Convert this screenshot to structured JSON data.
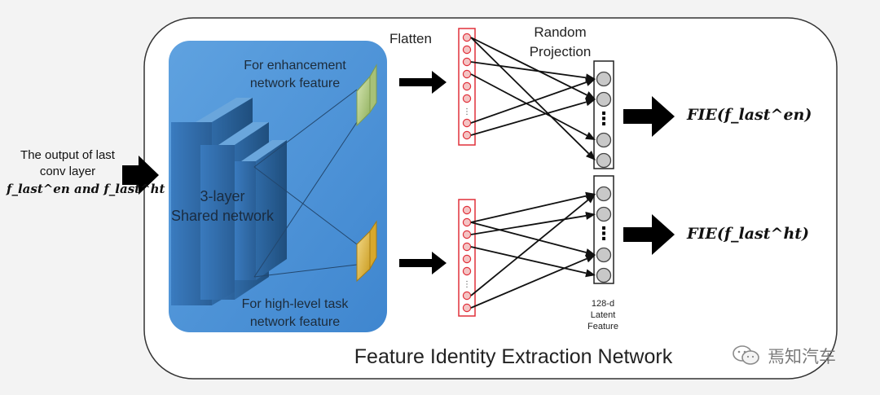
{
  "input": {
    "line1": "The output of last",
    "line2": "conv layer",
    "formula": "f_last^en and f_last^ht"
  },
  "shared": {
    "line1": "3-layer",
    "line2": "Shared network"
  },
  "enhancement": {
    "line1": "For enhancement",
    "line2": "network feature"
  },
  "highlevel": {
    "line1": "For high-level task",
    "line2": "network feature"
  },
  "flatten_label": "Flatten",
  "random_projection": {
    "line1": "Random",
    "line2": "Projection"
  },
  "outputs": {
    "top": "FIE(f_last^en)",
    "bottom": "FIE(f_last^ht)"
  },
  "latent": {
    "line1": "128-d",
    "line2": "Latent",
    "line3": "Feature"
  },
  "caption": "Feature Identity Extraction Network",
  "watermark": "焉知汽车",
  "colors": {
    "shared_bg": "#4f93d6",
    "flatten_border": "#e0303a",
    "node_fill": "#f4c4c4",
    "latent_node": "#c8c8c8",
    "green_feature": "#b7cf8f",
    "yellow_feature": "#e4be47"
  }
}
